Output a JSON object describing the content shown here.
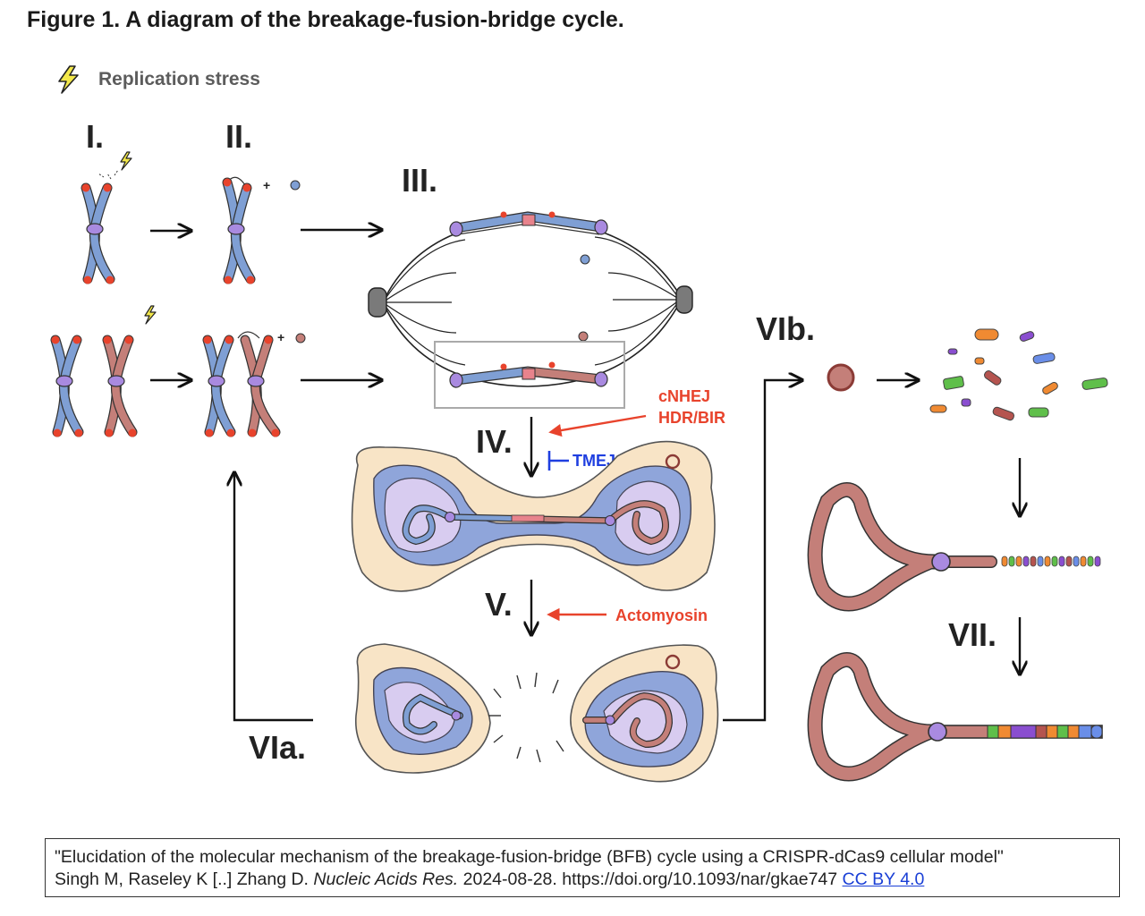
{
  "figure": {
    "title": "Figure 1. A diagram of the breakage-fusion-bridge cycle."
  },
  "legend": {
    "label": "Replication stress",
    "icon": "lightning-bolt-icon"
  },
  "stages": {
    "I": "I.",
    "II": "II.",
    "III": "III.",
    "IV": "IV.",
    "V": "V.",
    "VIa": "VIa.",
    "VIb": "VIb.",
    "VII": "VII."
  },
  "factors": {
    "cnhej": "cNHEJ",
    "hdr_bir": "HDR/BIR",
    "tmej": "TMEJ",
    "actomyosin": "Actomyosin"
  },
  "plus_sign": "+",
  "colors": {
    "chromosome_blue": "#7f9fd4",
    "chromosome_red": "#c47f79",
    "telomere": "#e8432c",
    "centromere": "#a98ae0",
    "cell_cytoplasm": "#f8e4c6",
    "nucleus": "#8fa5da",
    "activator": "#e8432c",
    "inhibitor": "#1f3fe0",
    "lightning": "#f3e84a"
  },
  "citation": {
    "article_title": "\"Elucidation of the molecular mechanism of the breakage-fusion-bridge (BFB) cycle using a CRISPR-dCas9 cellular model\"",
    "authors": "Singh M, Raseley K [..] Zhang D.",
    "journal": "Nucleic Acids Res.",
    "date_doi": "2024-08-28. https://doi.org/10.1093/nar/gkae747",
    "license": "CC BY 4.0"
  }
}
